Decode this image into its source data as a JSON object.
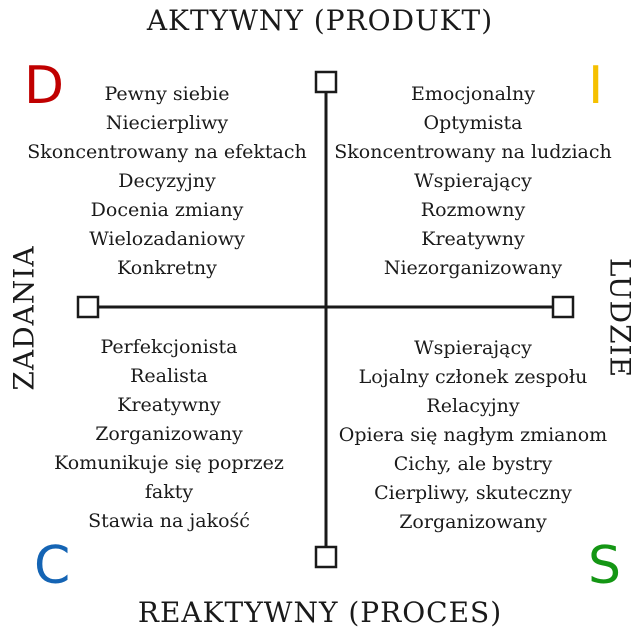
{
  "axes": {
    "top": "AKTYWNY (PRODUKT)",
    "bottom": "REAKTYWNY (PROCES)",
    "left": "ZADANIA",
    "right": "LUDZIE"
  },
  "quadrants": {
    "d": {
      "letter": "D",
      "color": "#c00000",
      "traits": [
        "Pewny siebie",
        "Niecierpliwy",
        "Skoncentrowany na efektach",
        "Decyzyjny",
        "Docenia zmiany",
        "Wielozadaniowy",
        "Konkretny"
      ]
    },
    "i": {
      "letter": "I",
      "color": "#f5c000",
      "traits": [
        "Emocjonalny",
        "Optymista",
        "Skoncentrowany na ludziach",
        "Wspierający",
        "Rozmowny",
        "Kreatywny",
        "Niezorganizowany"
      ]
    },
    "c": {
      "letter": "C",
      "color": "#1464b4",
      "traits": [
        "Perfekcjonista",
        "Realista",
        "Kreatywny",
        "Zorganizowany",
        "Komunikuje się poprzez",
        "fakty",
        "Stawia na jakość"
      ]
    },
    "s": {
      "letter": "S",
      "color": "#149614",
      "traits": [
        "Wspierający",
        "Lojalny członek zespołu",
        "Relacyjny",
        "Opiera się nagłym zmianom",
        "Cichy, ale bystry",
        "Cierpliwy, skuteczny",
        "Zorganizowany"
      ]
    }
  }
}
